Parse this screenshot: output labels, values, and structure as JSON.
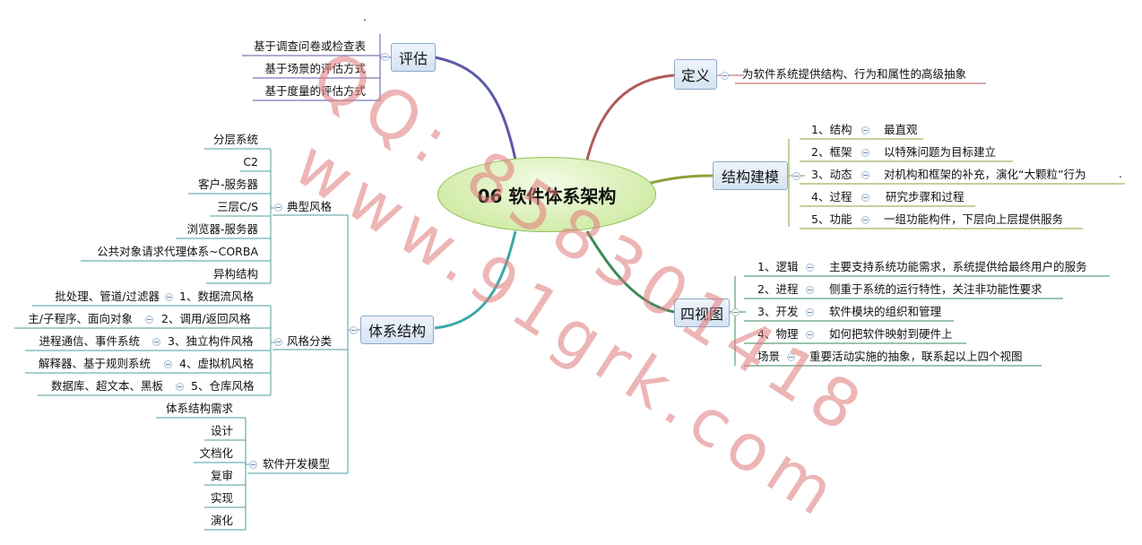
{
  "center": "06 软件体系架构",
  "topics": {
    "pinggu": {
      "label": "评估",
      "items": [
        "基于调查问卷或检查表",
        "基于场景的评估方式",
        "基于度量的评估方式"
      ]
    },
    "dingyi": {
      "label": "定义",
      "items": [
        "为软件系统提供结构、行为和属性的高级抽象"
      ]
    },
    "jiegoujianmo": {
      "label": "结构建模",
      "items": [
        {
          "name": "1、结构",
          "desc": "最直观"
        },
        {
          "name": "2、框架",
          "desc": "以特殊问题为目标建立"
        },
        {
          "name": "3、动态",
          "desc": "对机构和框架的补充，演化“大颗粒”行为"
        },
        {
          "name": "4、过程",
          "desc": "研究步骤和过程"
        },
        {
          "name": "5、功能",
          "desc": "一组功能构件，下层向上层提供服务"
        }
      ]
    },
    "sishitu": {
      "label": "四视图",
      "items": [
        {
          "name": "1、逻辑",
          "desc": "主要支持系统功能需求，系统提供给最终用户的服务"
        },
        {
          "name": "2、进程",
          "desc": "侧重于系统的运行特性，关注非功能性要求"
        },
        {
          "name": "3、开发",
          "desc": "软件模块的组织和管理"
        },
        {
          "name": "4、物理",
          "desc": "如何把软件映射到硬件上"
        },
        {
          "name": "场景",
          "desc": "重要活动实施的抽象，联系起以上四个视图"
        }
      ]
    },
    "tixijiegou": {
      "label": "体系结构",
      "dianxing": {
        "label": "典型风格",
        "items": [
          "分层系统",
          "C2",
          "客户-服务器",
          "三层C/S",
          "浏览器-服务器",
          "公共对象请求代理体系~CORBA",
          "异构结构"
        ]
      },
      "fengge": {
        "label": "风格分类",
        "items": [
          {
            "name": "1、数据流风格",
            "desc": "批处理、管道/过滤器"
          },
          {
            "name": "2、调用/返回风格",
            "desc": "主/子程序、面向对象"
          },
          {
            "name": "3、独立构件风格",
            "desc": "进程通信、事件系统"
          },
          {
            "name": "4、虚拟机风格",
            "desc": "解释器、基于规则系统"
          },
          {
            "name": "5、仓库风格",
            "desc": "数据库、超文本、黑板"
          }
        ]
      },
      "kaifa": {
        "label": "软件开发模型",
        "items": [
          "体系结构需求",
          "设计",
          "文档化",
          "复审",
          "实现",
          "演化"
        ]
      }
    }
  },
  "stray_marks": [
    ".",
    "."
  ],
  "watermark": {
    "line1": "QQ: 858301418",
    "line2": "www.91grk.com"
  },
  "colors": {
    "pinggu": "#5a5aa8",
    "dingyi": "#b05a5a",
    "jiegoujianmo": "#8aa23a",
    "sishitu": "#3a8a5a",
    "tixijiegou": "#3aa8a8",
    "leaf_line": "#4f9e9e",
    "watermark": "#e07a7a"
  }
}
